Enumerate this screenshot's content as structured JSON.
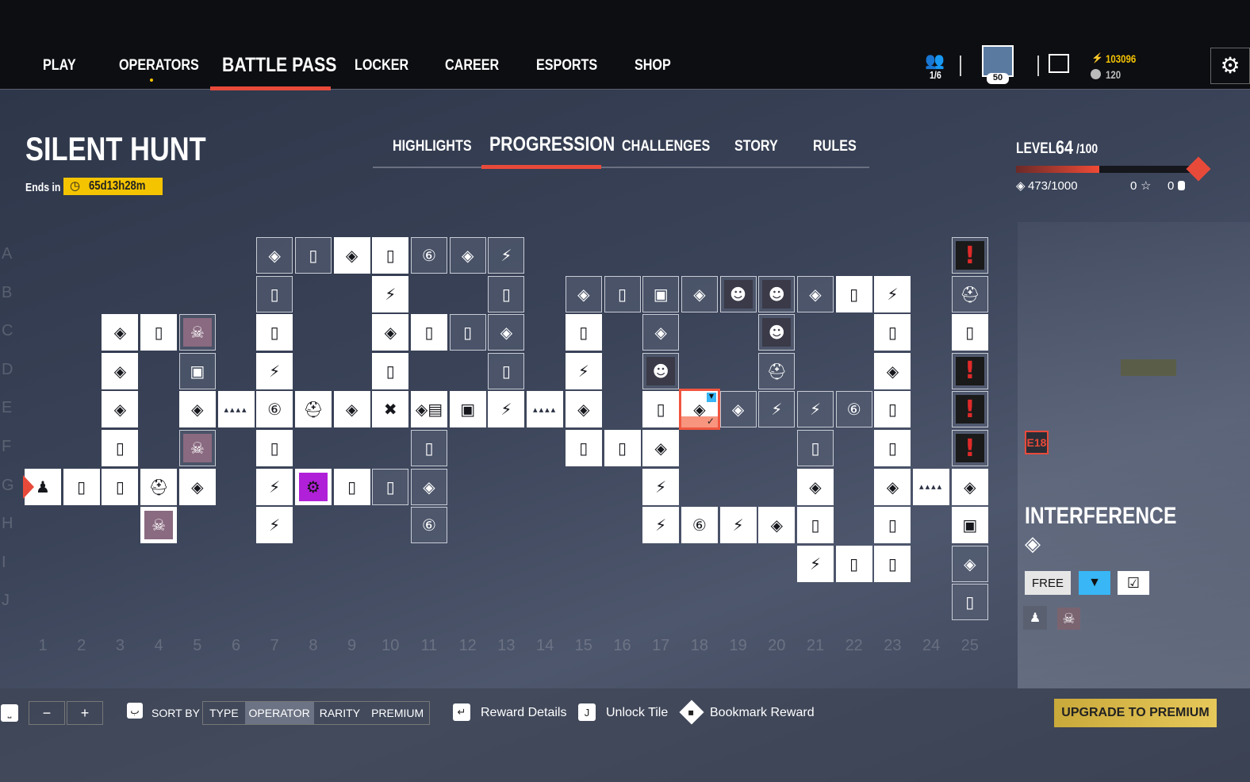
{
  "nav": {
    "items": [
      "PLAY",
      "OPERATORS",
      "BATTLE PASS",
      "LOCKER",
      "CAREER",
      "ESPORTS",
      "SHOP"
    ],
    "active": "BATTLE PASS"
  },
  "header": {
    "squad": "1/6",
    "player_level": "50",
    "credits": "103096",
    "renown": "120"
  },
  "season": {
    "title": "SILENT HUNT",
    "ends_label": "Ends in",
    "ends_value": "65d13h28m"
  },
  "subtabs": [
    "HIGHLIGHTS",
    "PROGRESSION",
    "CHALLENGES",
    "STORY",
    "RULES"
  ],
  "level": {
    "label": "LEVEL",
    "current": "64",
    "max": "/100",
    "progress": 0.473,
    "xp": "473/1000",
    "stars": "0",
    "tokens": "0"
  },
  "grid": {
    "rows": [
      "A",
      "B",
      "C",
      "D",
      "E",
      "F",
      "G",
      "H",
      "I",
      "J"
    ],
    "cols": [
      "1",
      "2",
      "3",
      "4",
      "5",
      "6",
      "7",
      "8",
      "9",
      "10",
      "11",
      "12",
      "13",
      "14",
      "15",
      "16",
      "17",
      "18",
      "19",
      "20",
      "21",
      "22",
      "23",
      "24",
      "25"
    ],
    "tiles": [
      [
        "A",
        7,
        "drop",
        "d"
      ],
      [
        "A",
        8,
        "card",
        "d"
      ],
      [
        "A",
        9,
        "drop",
        "w"
      ],
      [
        "A",
        10,
        "card",
        "w"
      ],
      [
        "A",
        11,
        "coin",
        "d"
      ],
      [
        "A",
        12,
        "drop",
        "d"
      ],
      [
        "A",
        13,
        "bolt",
        "d"
      ],
      [
        "A",
        25,
        "alert",
        "d"
      ],
      [
        "B",
        7,
        "card",
        "d"
      ],
      [
        "B",
        10,
        "bolt",
        "w"
      ],
      [
        "B",
        13,
        "card",
        "d"
      ],
      [
        "B",
        15,
        "drop",
        "d"
      ],
      [
        "B",
        16,
        "card",
        "d"
      ],
      [
        "B",
        17,
        "portrait",
        "d"
      ],
      [
        "B",
        18,
        "drop",
        "d"
      ],
      [
        "B",
        19,
        "face",
        "d"
      ],
      [
        "B",
        20,
        "face",
        "d"
      ],
      [
        "B",
        21,
        "drop",
        "d"
      ],
      [
        "B",
        22,
        "card",
        "w"
      ],
      [
        "B",
        23,
        "bolt",
        "w"
      ],
      [
        "B",
        25,
        "hat",
        "d"
      ],
      [
        "C",
        3,
        "drop",
        "w"
      ],
      [
        "C",
        4,
        "card",
        "w"
      ],
      [
        "C",
        5,
        "skull",
        "d"
      ],
      [
        "C",
        7,
        "card",
        "w"
      ],
      [
        "C",
        10,
        "drop",
        "w"
      ],
      [
        "C",
        11,
        "card",
        "w"
      ],
      [
        "C",
        12,
        "card",
        "d"
      ],
      [
        "C",
        13,
        "drop",
        "d"
      ],
      [
        "C",
        15,
        "card",
        "w"
      ],
      [
        "C",
        17,
        "drop",
        "d"
      ],
      [
        "C",
        20,
        "face",
        "d"
      ],
      [
        "C",
        23,
        "card",
        "w"
      ],
      [
        "C",
        25,
        "card",
        "w"
      ],
      [
        "D",
        3,
        "drop",
        "w"
      ],
      [
        "D",
        5,
        "portrait",
        "d"
      ],
      [
        "D",
        7,
        "bolt",
        "w"
      ],
      [
        "D",
        10,
        "card",
        "w"
      ],
      [
        "D",
        13,
        "card",
        "d"
      ],
      [
        "D",
        15,
        "bolt",
        "w"
      ],
      [
        "D",
        17,
        "face",
        "d"
      ],
      [
        "D",
        20,
        "hat",
        "d"
      ],
      [
        "D",
        23,
        "drop",
        "w"
      ],
      [
        "D",
        25,
        "alert",
        "d"
      ],
      [
        "E",
        3,
        "drop",
        "w"
      ],
      [
        "E",
        5,
        "drop",
        "w"
      ],
      [
        "E",
        6,
        "bridge",
        "b"
      ],
      [
        "E",
        7,
        "coin",
        "w"
      ],
      [
        "E",
        8,
        "hat",
        "w"
      ],
      [
        "E",
        9,
        "drop",
        "w"
      ],
      [
        "E",
        10,
        "dropcross",
        "w"
      ],
      [
        "E",
        11,
        "bundle",
        "w"
      ],
      [
        "E",
        12,
        "portrait",
        "w"
      ],
      [
        "E",
        13,
        "bolt",
        "w"
      ],
      [
        "E",
        14,
        "bridge",
        "b"
      ],
      [
        "E",
        15,
        "drop",
        "w"
      ],
      [
        "E",
        17,
        "card",
        "w"
      ],
      [
        "E",
        18,
        "drop",
        "sel"
      ],
      [
        "E",
        19,
        "drop",
        "d"
      ],
      [
        "E",
        20,
        "bolt",
        "d"
      ],
      [
        "E",
        21,
        "bolt",
        "d"
      ],
      [
        "E",
        22,
        "coin",
        "d"
      ],
      [
        "E",
        23,
        "card",
        "w"
      ],
      [
        "E",
        25,
        "alert",
        "d"
      ],
      [
        "F",
        3,
        "card",
        "w"
      ],
      [
        "F",
        5,
        "skull",
        "d"
      ],
      [
        "F",
        7,
        "card",
        "w"
      ],
      [
        "F",
        11,
        "card",
        "d"
      ],
      [
        "F",
        15,
        "card",
        "w"
      ],
      [
        "F",
        16,
        "card",
        "w"
      ],
      [
        "F",
        17,
        "drop",
        "w"
      ],
      [
        "F",
        21,
        "card",
        "d"
      ],
      [
        "F",
        23,
        "card",
        "w"
      ],
      [
        "F",
        25,
        "alert",
        "d"
      ],
      [
        "G",
        1,
        "person",
        "w"
      ],
      [
        "G",
        2,
        "card",
        "w"
      ],
      [
        "G",
        3,
        "card",
        "w"
      ],
      [
        "G",
        4,
        "hat",
        "w"
      ],
      [
        "G",
        5,
        "drop",
        "w"
      ],
      [
        "G",
        7,
        "bolt",
        "w"
      ],
      [
        "G",
        8,
        "gear",
        "w"
      ],
      [
        "G",
        9,
        "card",
        "w"
      ],
      [
        "G",
        10,
        "card",
        "d"
      ],
      [
        "G",
        11,
        "drop",
        "d"
      ],
      [
        "G",
        17,
        "bolt",
        "w"
      ],
      [
        "G",
        21,
        "drop",
        "w"
      ],
      [
        "G",
        23,
        "drop",
        "w"
      ],
      [
        "G",
        24,
        "bridge",
        "b"
      ],
      [
        "G",
        25,
        "drop",
        "w"
      ],
      [
        "H",
        4,
        "skull",
        "w"
      ],
      [
        "H",
        7,
        "bolt",
        "w"
      ],
      [
        "H",
        11,
        "coin",
        "d"
      ],
      [
        "H",
        17,
        "bolt",
        "w"
      ],
      [
        "H",
        18,
        "coin",
        "w"
      ],
      [
        "H",
        19,
        "bolt",
        "w"
      ],
      [
        "H",
        20,
        "drop",
        "w"
      ],
      [
        "H",
        21,
        "card",
        "w"
      ],
      [
        "H",
        23,
        "card",
        "w"
      ],
      [
        "H",
        25,
        "portrait",
        "w"
      ],
      [
        "I",
        21,
        "bolt",
        "w"
      ],
      [
        "I",
        22,
        "card",
        "w"
      ],
      [
        "I",
        23,
        "card",
        "w"
      ],
      [
        "I",
        25,
        "drop",
        "d"
      ],
      [
        "J",
        25,
        "card",
        "d"
      ]
    ]
  },
  "icons": {
    "drop": "◈",
    "card": "▯",
    "bolt": "⚡",
    "coin": "⑥",
    "hat": "⛑",
    "portrait": "▣",
    "face": "☻",
    "skull": "☠",
    "alert": "!",
    "gear": "⚙",
    "person": "♟",
    "dropcross": "✖",
    "bundle": "◈▤",
    "bridge": "▴▴▴▴"
  },
  "detail": {
    "tile_id": "E18",
    "name": "INTERFERENCE",
    "price": "FREE"
  },
  "bottom": {
    "sort_label": "SORT BY",
    "sort_options": [
      "TYPE",
      "OPERATOR",
      "RARITY",
      "PREMIUM"
    ],
    "sort_active": "OPERATOR",
    "minus": "−",
    "plus": "+",
    "reward_details": "Reward Details",
    "unlock_tile": "Unlock Tile",
    "bookmark": "Bookmark Reward",
    "upgrade": "UPGRADE TO PREMIUM"
  },
  "colors": {
    "accent": "#e84a3a",
    "gold": "#f5c400",
    "blue": "#38b6f5"
  }
}
